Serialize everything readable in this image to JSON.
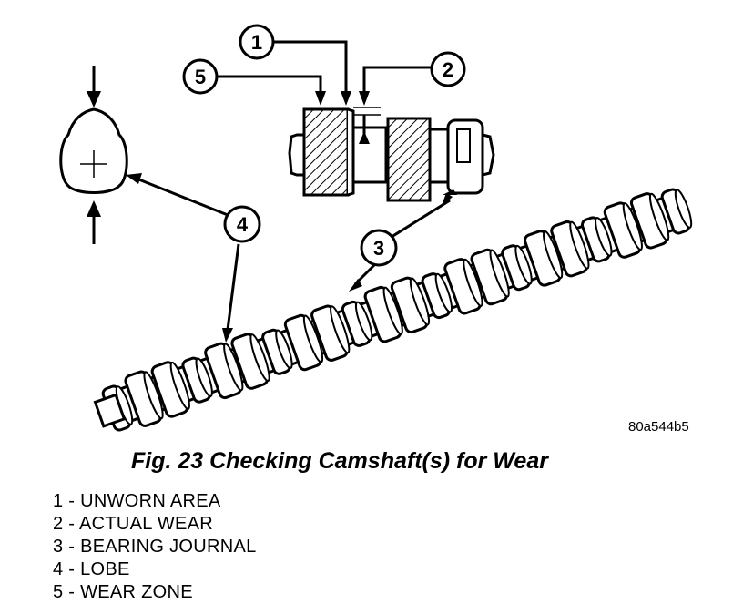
{
  "figure": {
    "image_code": "80a544b5",
    "callouts": [
      "1",
      "2",
      "3",
      "4",
      "5"
    ]
  },
  "caption": "Fig. 23 Checking Camshaft(s) for Wear",
  "legend": [
    "1 - UNWORN AREA",
    "2 - ACTUAL WEAR",
    "3 - BEARING JOURNAL",
    "4 - LOBE",
    "5 - WEAR ZONE"
  ]
}
